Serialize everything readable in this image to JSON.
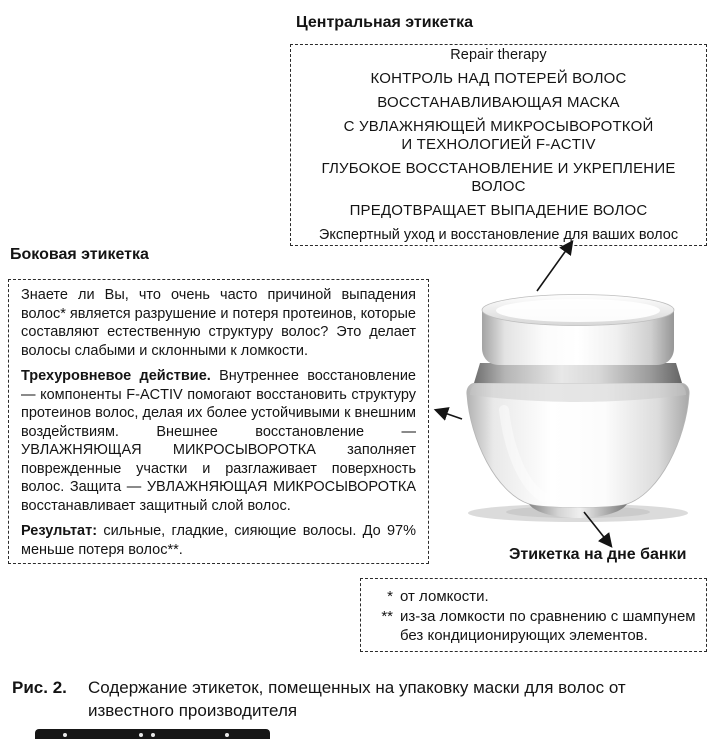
{
  "central_label": {
    "heading": "Центральная этикетка",
    "brand": "Repair therapy",
    "line1": "КОНТРОЛЬ НАД ПОТЕРЕЙ ВОЛОС",
    "line2": "ВОССТАНАВЛИВАЮЩАЯ МАСКА",
    "line3a": "С УВЛАЖНЯЮЩЕЙ МИКРОСЫВОРОТКОЙ",
    "line3b": "И ТЕХНОЛОГИЕЙ F-ACTIV",
    "line4": "ГЛУБОКОЕ ВОССТАНОВЛЕНИЕ И УКРЕПЛЕНИЕ ВОЛОС",
    "line5": "ПРЕДОТВРАЩАЕТ ВЫПАДЕНИЕ ВОЛОС",
    "tagline": "Экспертный уход и восстановление для ваших волос"
  },
  "side_label": {
    "heading": "Боковая этикетка",
    "paragraph1": "Знаете ли Вы, что очень часто причиной выпадения волос* является разрушение и потеря протеинов, которые составляют естественную структуру волос? Это делает волосы слабыми и склонными к ломкости.",
    "paragraph2_lead": "Трехуровневое действие.",
    "paragraph2_rest": " Внутреннее восстановление — компоненты F-ACTIV помогают восстановить структуру протеинов волос, делая их более устойчивыми к внешним воздействиям. Внешнее восстановление — УВЛАЖНЯЮЩАЯ МИКРОСЫВОРОТКА заполняет поврежденные участки и разглаживает поверхность волос. Защита — УВЛАЖНЯЮЩАЯ МИКРОСЫВОРОТКА восстанавливает защитный слой волос.",
    "paragraph3_lead": "Результат:",
    "paragraph3_rest": " сильные, гладкие, сияющие волосы. До 97% меньше потеря волос**."
  },
  "bottom_label": {
    "heading": "Этикетка на дне банки",
    "footnotes": [
      {
        "marker": "*",
        "text": "от ломкости."
      },
      {
        "marker": "**",
        "text": "из-за ломкости по сравнению с шампунем без кондиционирующих элементов."
      }
    ]
  },
  "figure": {
    "caption_label": "Рис. 2.",
    "caption_text": "Содержание этикеток, помещенных на упаковку маски для волос от известного производителя"
  }
}
